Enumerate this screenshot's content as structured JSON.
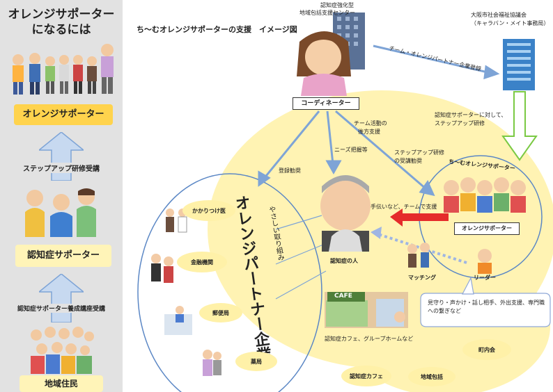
{
  "sidebar": {
    "title_line1": "オレンジサポーター",
    "title_line2": "になるには",
    "orange_supporter": "オレンジサポーター",
    "stepup_course": "ステップアップ研修受講",
    "dementia_supporter": "認知症サポーター",
    "training_course": "認知症サポーター養成講座受講",
    "residents": "地域住民"
  },
  "diagram": {
    "title": "ち〜むオレンジサポーターの支援　イメージ図",
    "center_org_line1": "認知症強化型",
    "center_org_line2": "地域包括支援センター",
    "council_line1": "大阪市社会福祉協議会",
    "council_line2": "（キャラバン・メイト事務局）",
    "arrow_team_partner": "チーム・オレンジパートナー企業登録",
    "coordinator": "コーディネーター",
    "team_support_line1": "チーム活動の",
    "team_support_line2": "後方支援",
    "stepup_for_line1": "認知症サポーターに対して、",
    "stepup_for_line2": "ステップアップ研修",
    "needs": "ニーズ把握等",
    "registration": "登録勧奨",
    "stepup_enc_line1": "ステップアップ研修",
    "stepup_enc_line2": "の受講勧奨",
    "team_orange_label": "ち〜むオレンジサポーター",
    "help_support": "手伝いなど、チームで支援",
    "orange_badge": "オレンジサポーター",
    "leader": "リーダー",
    "person": "認知症の人",
    "matching": "マッチング",
    "partner_big": "オレンジパートナー企業",
    "gentle": "やさしい取り組み",
    "clinic": "かかりつけ医",
    "bank": "金融機関",
    "post": "郵便局",
    "pharmacy": "薬局",
    "cafe_sign": "CAFE",
    "cafe_caption": "認知症カフェ、グループホームなど",
    "activities": "見守り・声かけ・話し相手、外出支援、専門職への繋ぎなど",
    "cafe_bubble": "認知症カフェ",
    "chiiki": "地域包括",
    "chonaikai": "町内会"
  }
}
